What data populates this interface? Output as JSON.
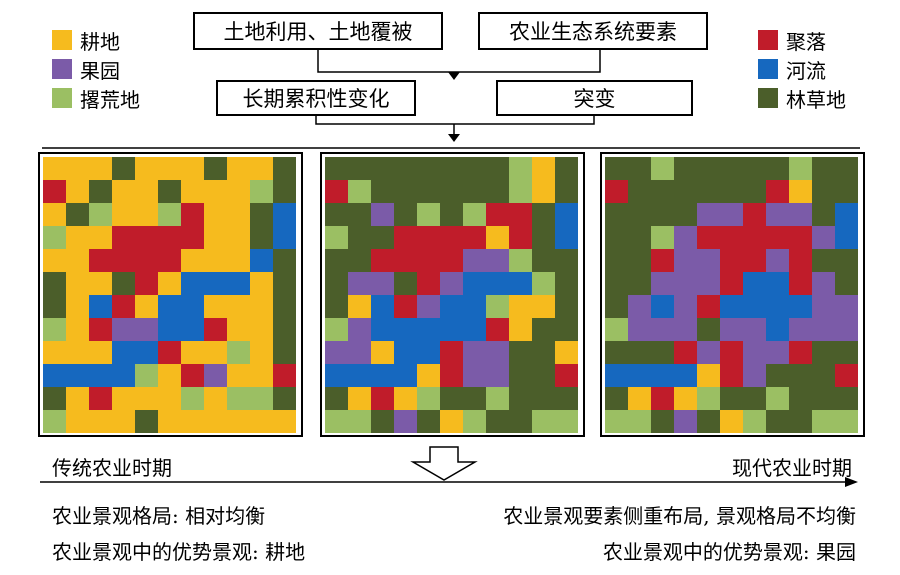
{
  "flow": {
    "box_land_use": "土地利用、土地覆被",
    "box_eco_factors": "农业生态系统要素",
    "box_long_term": "长期累积性变化",
    "box_abrupt": "突变"
  },
  "legend_left": [
    {
      "key": "C",
      "label": "耕地",
      "color": "#f6bb1e"
    },
    {
      "key": "O",
      "label": "果园",
      "color": "#7b5ba8"
    },
    {
      "key": "A",
      "label": "撂荒地",
      "color": "#9bbf63"
    }
  ],
  "legend_right": [
    {
      "key": "S",
      "label": "聚落",
      "color": "#c01c2a"
    },
    {
      "key": "R",
      "label": "河流",
      "color": "#1668bf"
    },
    {
      "key": "F",
      "label": "林草地",
      "color": "#4b5e2a"
    }
  ],
  "timeline": {
    "left_label": "传统农业时期",
    "right_label": "现代农业时期"
  },
  "captions": {
    "left_pattern": "农业景观格局: 相对均衡",
    "left_dominant": "农业景观中的优势景观: 耕地",
    "right_pattern": "农业景观要素侧重布局, 景观格局不均衡",
    "right_dominant": "农业景观中的优势景观: 果园"
  },
  "grids": [
    [
      "CCCFCCCFCCF",
      "SCFCCFCCCAF",
      "CFACCASCCFR",
      "ACCSSSSCCFR",
      "CCSSSSCCCRF",
      "FCCFSCRRRCF",
      "FCRSCRRCCCF",
      "ACSOORRSCCF",
      "CCCRRSCCACF",
      "RRRRACSOCCS",
      "FCSCCCACAAF",
      "ACCCFCCCCCC"
    ],
    [
      "FFFFFFFFACF",
      "SAFFFFFFACF",
      "FFOFAFASSFR",
      "AFFSSSSCSFR",
      "FFSSSSOOAFF",
      "FOOFSORRRAF",
      "FCRSORRACCF",
      "AORRRRRSCFF",
      "OOCRRSOOFFC",
      "RRRRCSOOFFS",
      "FCSCAFFAFFF",
      "AAFOFCAFFAA"
    ],
    [
      "FFAFFFFFAFF",
      "SFFFFFFSCFF",
      "FFFFOOSOOFR",
      "FFAOSSSSSOR",
      "FFSOOSSOSFF",
      "FFOOOSRRSOF",
      "FOROSRRRROO",
      "AOOOFOOROOO",
      "FFFSOSOOSFF",
      "RRRRCSOFFFS",
      "FCSCAFFAFFF",
      "AAFOFCAFFAA"
    ]
  ]
}
